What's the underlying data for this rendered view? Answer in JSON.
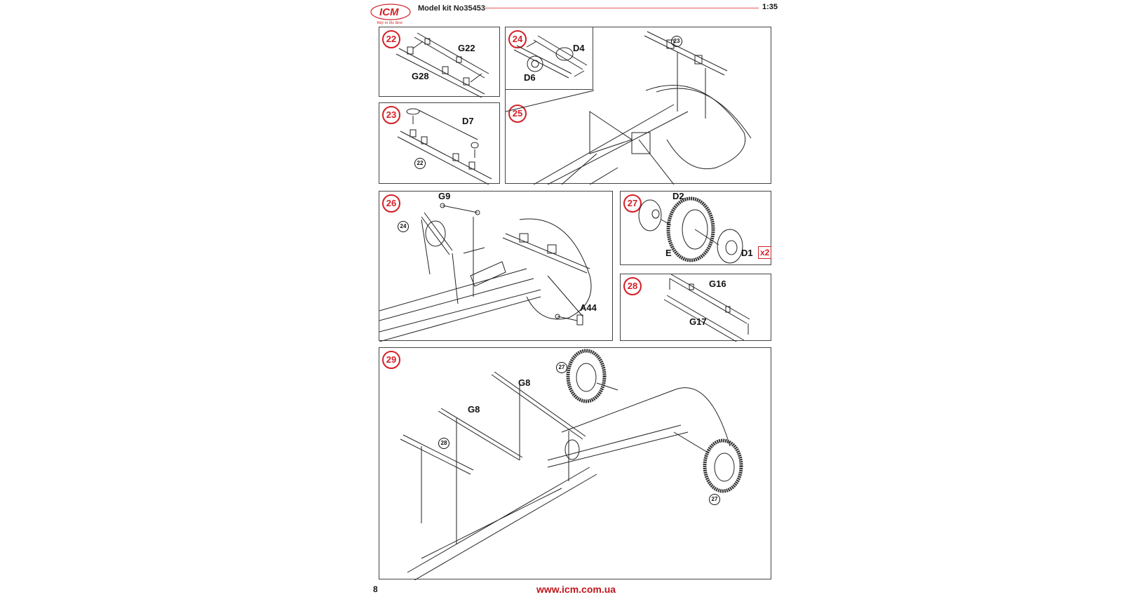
{
  "header": {
    "brand": "ICM",
    "tagline": "Way in the Best",
    "kit_label": "Model kit No35453",
    "scale": "1:35"
  },
  "colors": {
    "accent": "#d32027",
    "rule": "#e05a5a",
    "frame": "#444444"
  },
  "steps": [
    {
      "number": "22",
      "parts": [
        "G22",
        "G28"
      ],
      "refs": []
    },
    {
      "number": "23",
      "parts": [
        "D7"
      ],
      "refs": [
        "22"
      ]
    },
    {
      "number": "24",
      "parts": [
        "D4",
        "D6"
      ],
      "refs": []
    },
    {
      "number": "25",
      "parts": [],
      "refs": [
        "23"
      ]
    },
    {
      "number": "26",
      "parts": [
        "G9",
        "A44"
      ],
      "refs": [
        "24"
      ]
    },
    {
      "number": "27",
      "parts": [
        "D2",
        "E",
        "D1"
      ],
      "refs": [],
      "quantity": "x2"
    },
    {
      "number": "28",
      "parts": [
        "G16",
        "G17"
      ],
      "refs": []
    },
    {
      "number": "29",
      "parts": [
        "G8",
        "G8"
      ],
      "refs": [
        "27",
        "28",
        "27"
      ]
    }
  ],
  "footer": {
    "page_number": "8",
    "url": "www.icm.com.ua"
  }
}
